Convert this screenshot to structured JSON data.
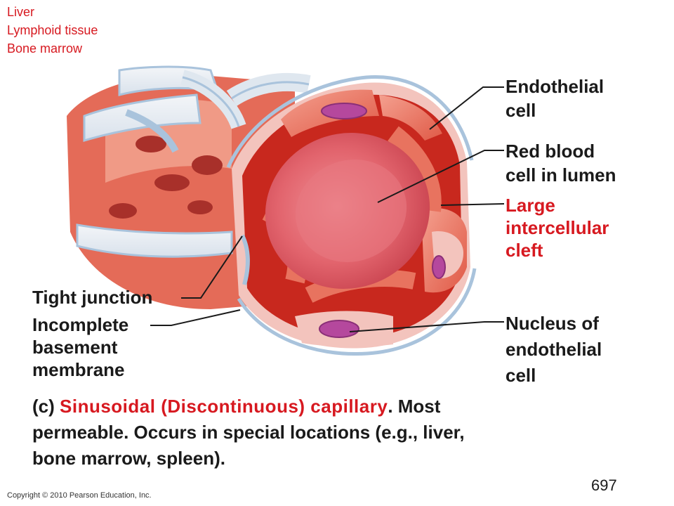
{
  "locations": [
    "Liver",
    "Lymphoid tissue",
    "Bone marrow"
  ],
  "labels": {
    "endothelial_cell": [
      "Endothelial",
      "cell"
    ],
    "red_blood_cell": [
      "Red blood",
      "cell in lumen"
    ],
    "intercellular_cleft": [
      "Large",
      "intercellular",
      "cleft"
    ],
    "tight_junction": "Tight junction",
    "basement_membrane": [
      "Incomplete",
      "basement",
      "membrane"
    ],
    "nucleus": [
      "Nucleus of",
      "endothelial",
      "cell"
    ]
  },
  "caption": {
    "prefix": "(c)",
    "title": "Sinusoidal (Discontinuous) capillary",
    "rest_line1": ". Most",
    "line2": "permeable. Occurs in special locations (e.g., liver,",
    "line3": "bone marrow, spleen)."
  },
  "copyright": "Copyright © 2010 Pearson Education, Inc.",
  "page_number": "697",
  "colors": {
    "red_text": "#d71920",
    "vessel_wall": "#e8735f",
    "lumen": "#c8281e",
    "rbc": "#e0606a",
    "nucleus": "#b5489d",
    "membrane": "#a9c3dc"
  }
}
